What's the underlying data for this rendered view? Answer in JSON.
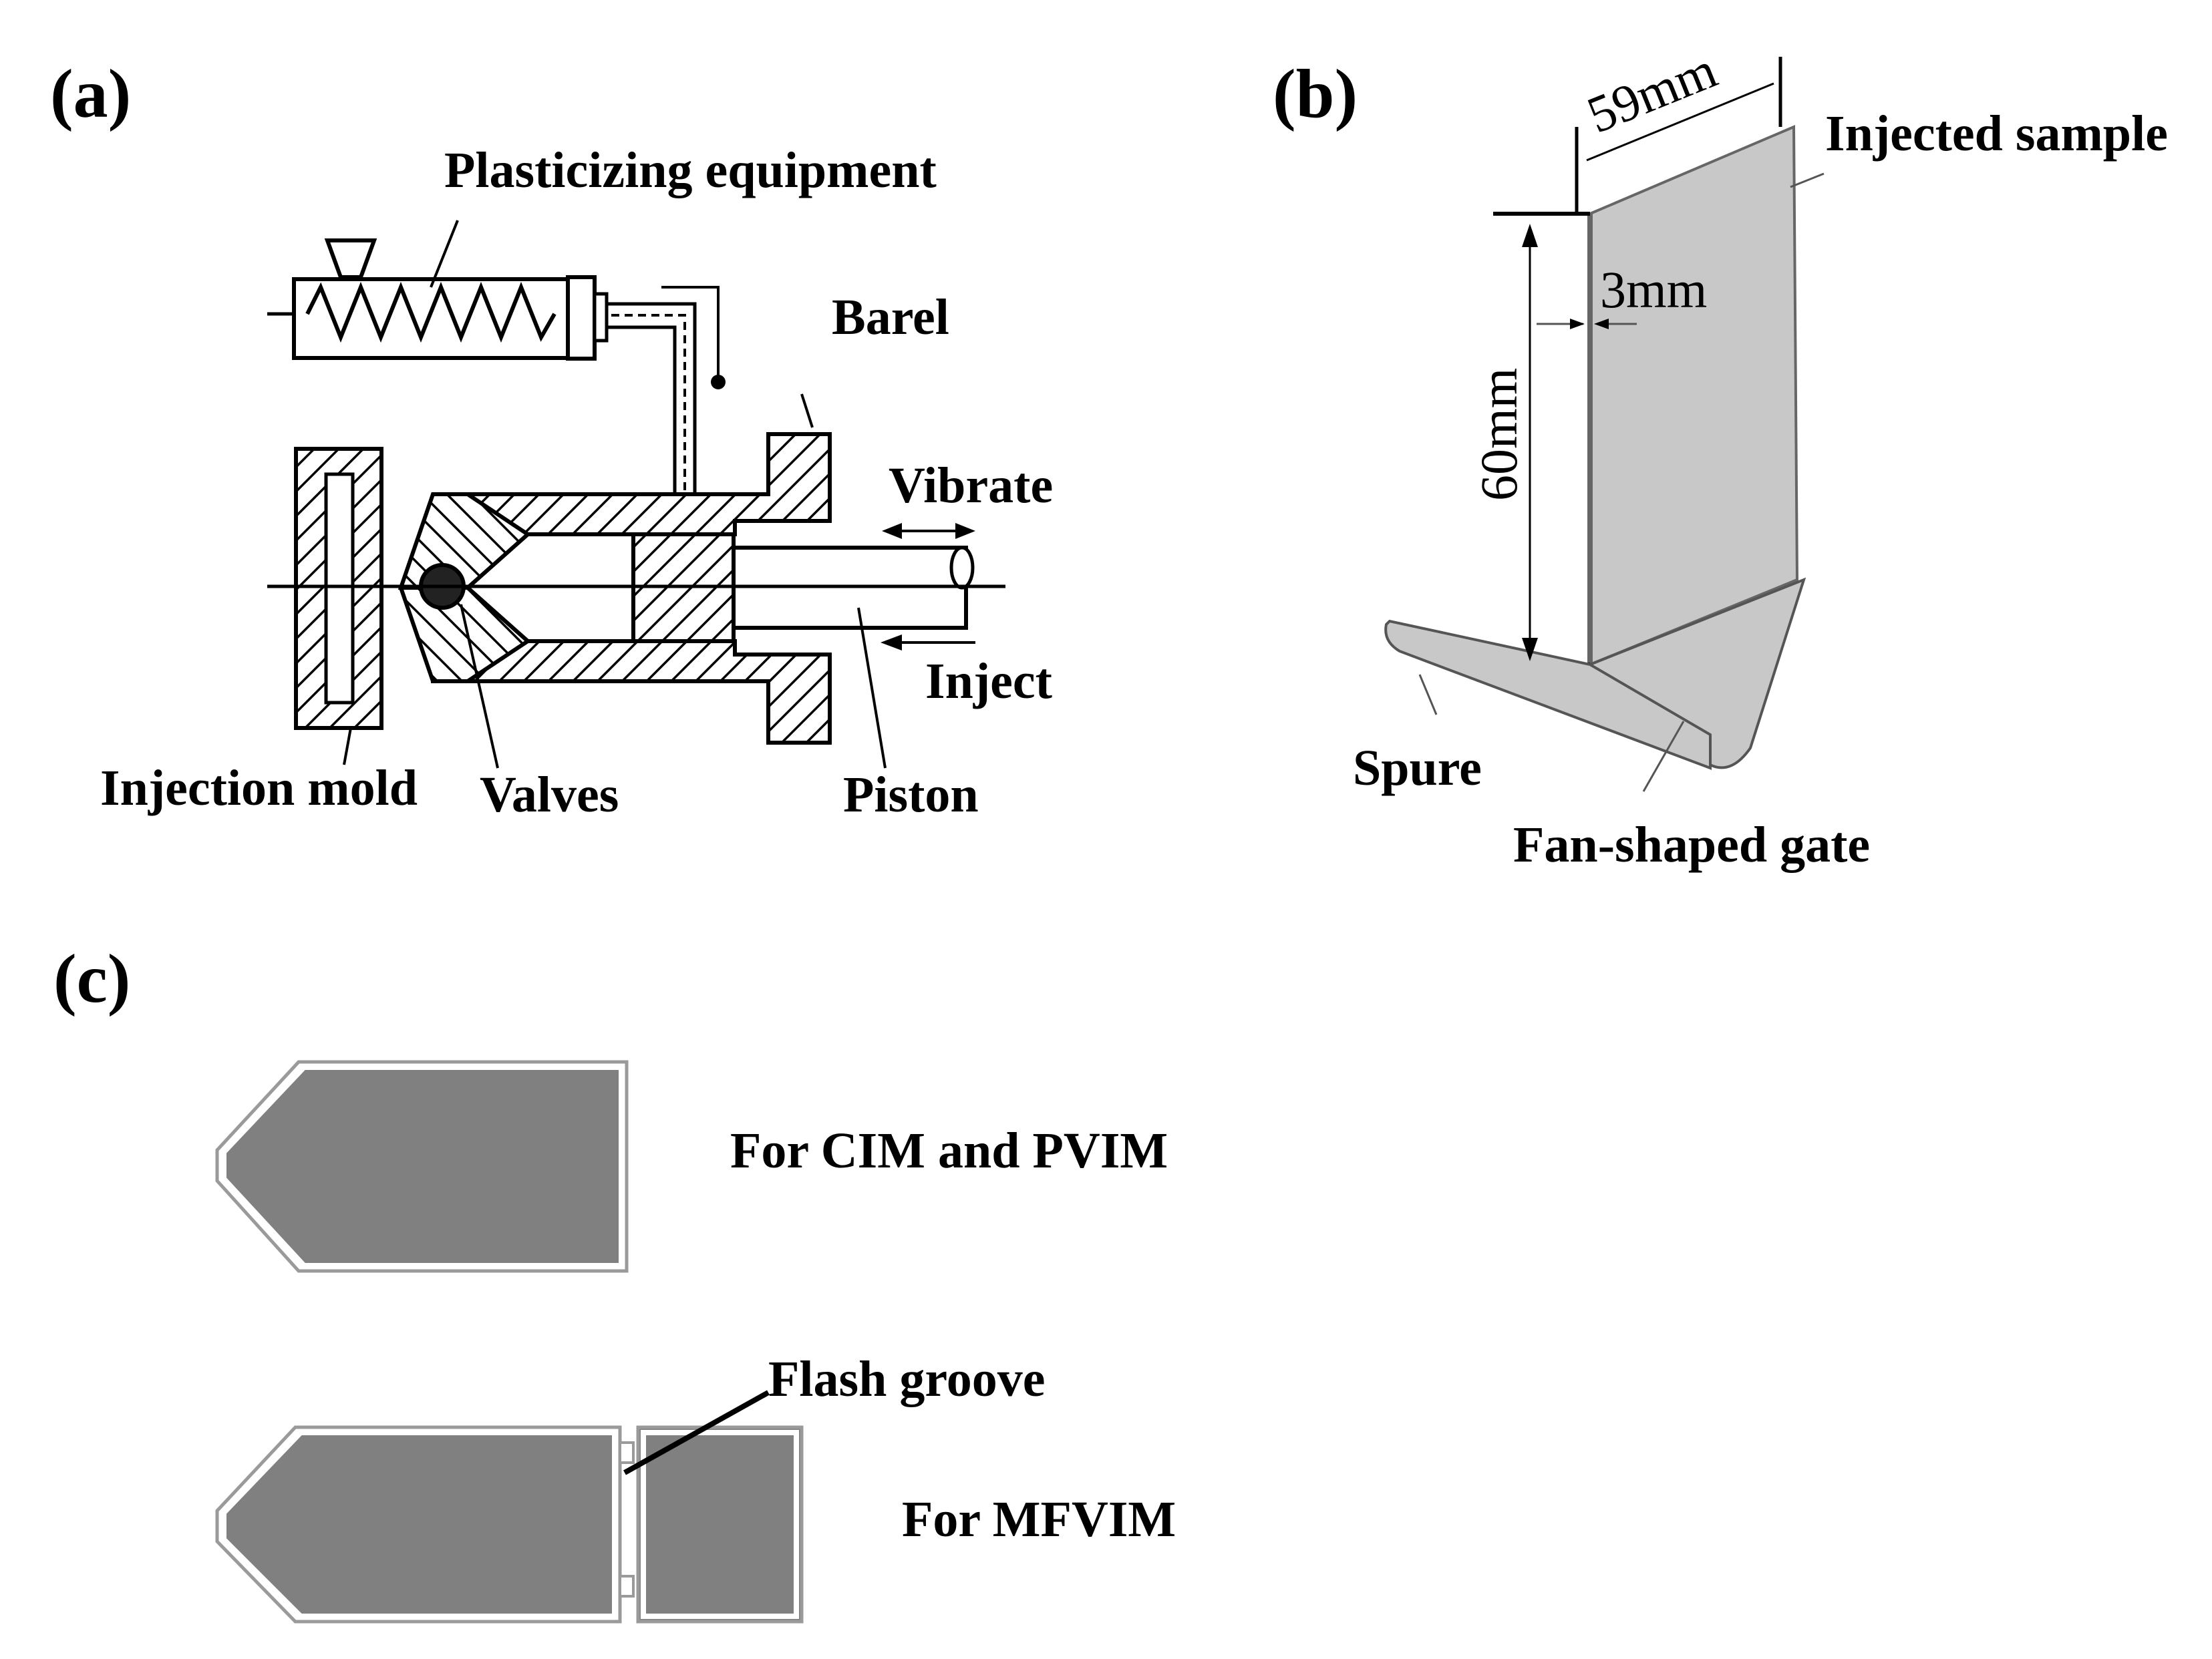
{
  "panel_a": {
    "letter": "(a)",
    "labels": {
      "plasticizing": "Plasticizing equipment",
      "barel": "Barel",
      "vibrate": "Vibrate",
      "inject": "Inject",
      "injection_mold": "Injection mold",
      "valves": "Valves",
      "piston": "Piston"
    }
  },
  "panel_b": {
    "letter": "(b)",
    "labels": {
      "injected_sample": "Injected sample",
      "dim_width": "59mm",
      "dim_thickness": "3mm",
      "dim_height": "60mm",
      "spure": "Spure",
      "gate": "Fan-shaped gate"
    }
  },
  "panel_c": {
    "letter": "(c)",
    "labels": {
      "cim_pvim": "For CIM and PVIM",
      "flash_groove": "Flash groove",
      "mfvim": "For MFVIM"
    }
  },
  "colors": {
    "specimen_fill": "#808080",
    "sample_fill": "#c8c8c8",
    "line": "#000000"
  }
}
